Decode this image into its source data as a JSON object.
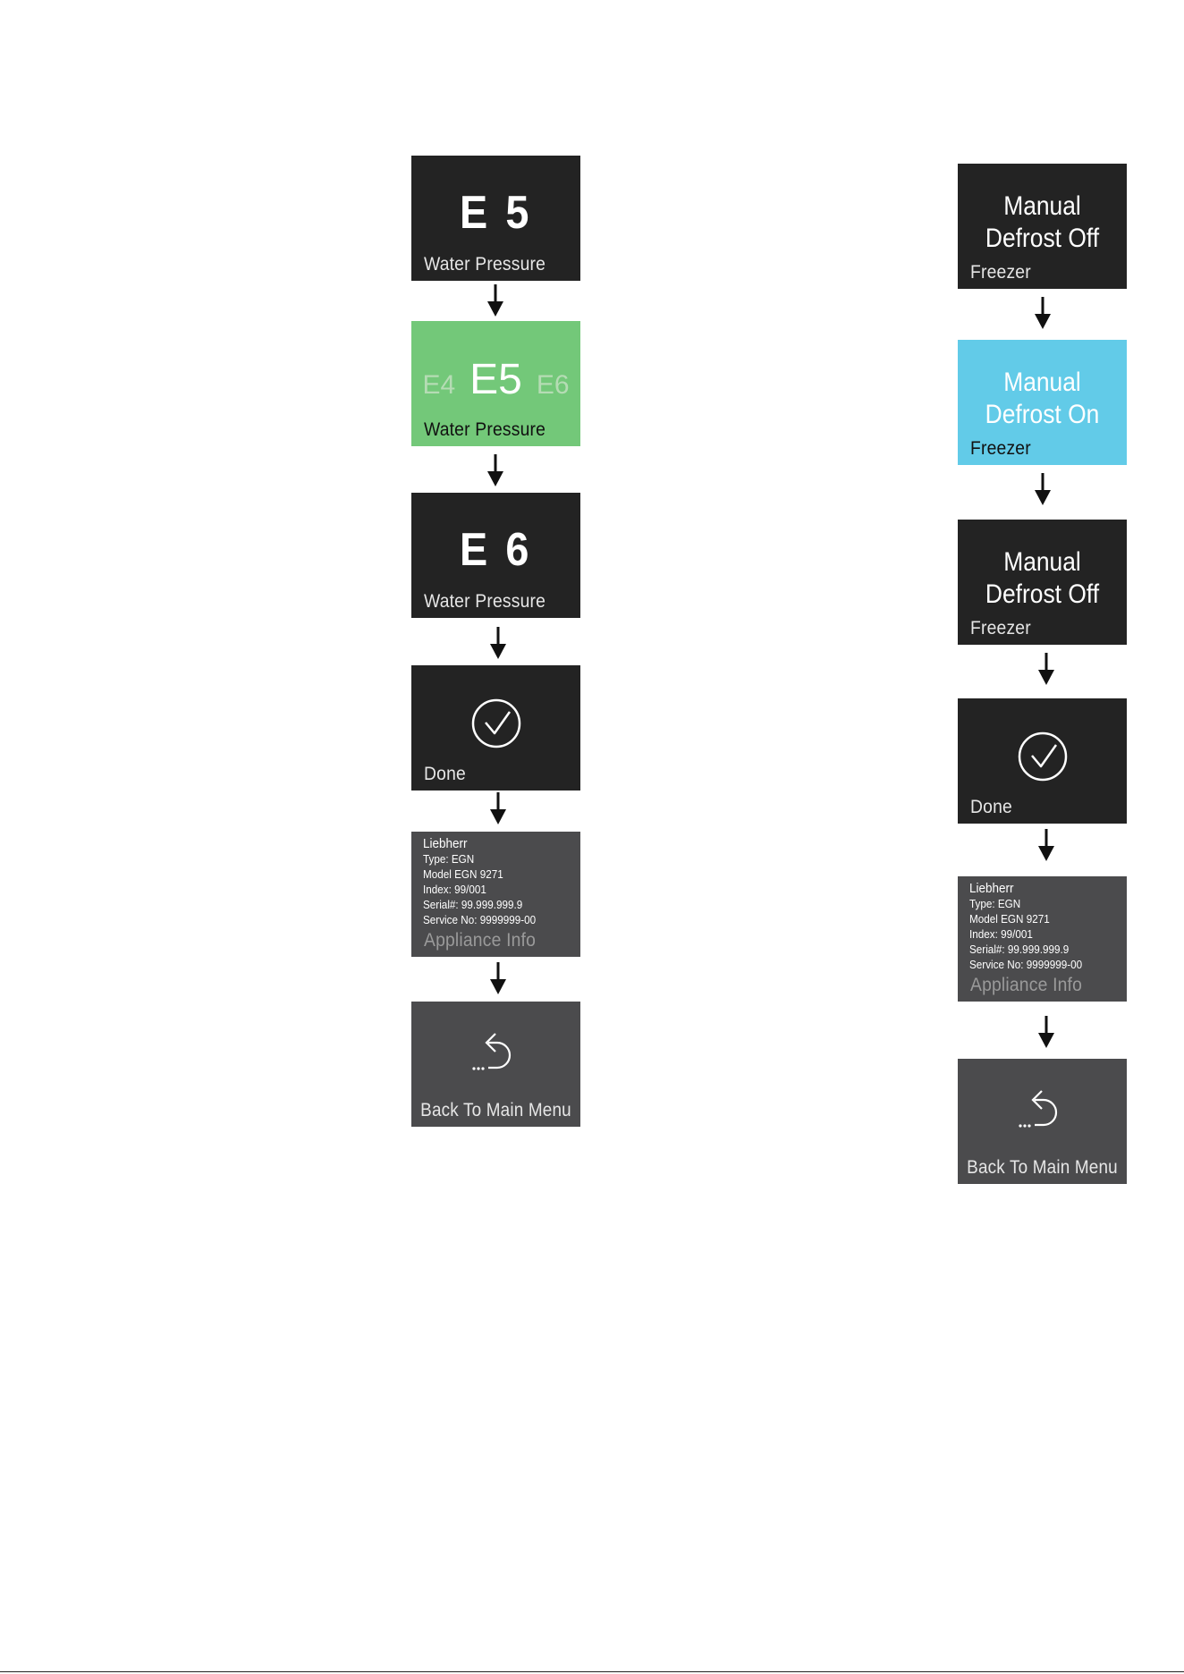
{
  "left_flow": {
    "e5": {
      "code": "E 5",
      "label": "Water Pressure"
    },
    "select": {
      "prev": "E4",
      "current": "E5",
      "next": "E6",
      "label": "Water Pressure"
    },
    "e6": {
      "code": "E 6",
      "label": "Water Pressure"
    },
    "done": {
      "label": "Done"
    },
    "info": {
      "lines": [
        "Liebherr",
        "Type: EGN",
        "Model EGN 9271",
        "Index: 99/001",
        "Serial#: 99.999.999.9",
        "Service No: 9999999-00"
      ],
      "label": "Appliance Info"
    },
    "back": {
      "label": "Back To Main Menu"
    }
  },
  "right_flow": {
    "off1": {
      "title_1": "Manual",
      "title_2": "Defrost Off",
      "label": "Freezer"
    },
    "on": {
      "title_1": "Manual",
      "title_2": "Defrost On",
      "label": "Freezer"
    },
    "off2": {
      "title_1": "Manual",
      "title_2": "Defrost Off",
      "label": "Freezer"
    },
    "done": {
      "label": "Done"
    },
    "info": {
      "lines": [
        "Liebherr",
        "Type: EGN",
        "Model EGN 9271",
        "Index: 99/001",
        "Serial#: 99.999.999.9",
        "Service No: 9999999-00"
      ],
      "label": "Appliance Info"
    },
    "back": {
      "label": "Back To Main Menu"
    }
  },
  "icons": {
    "done": "check-circle-icon",
    "back": "return-arrow-icon",
    "flow": "down-arrow-icon"
  },
  "colors": {
    "dark_screen": "#232323",
    "green_screen": "#73c879",
    "blue_screen": "#62cbe8",
    "grey_screen": "#4b4b4d"
  }
}
